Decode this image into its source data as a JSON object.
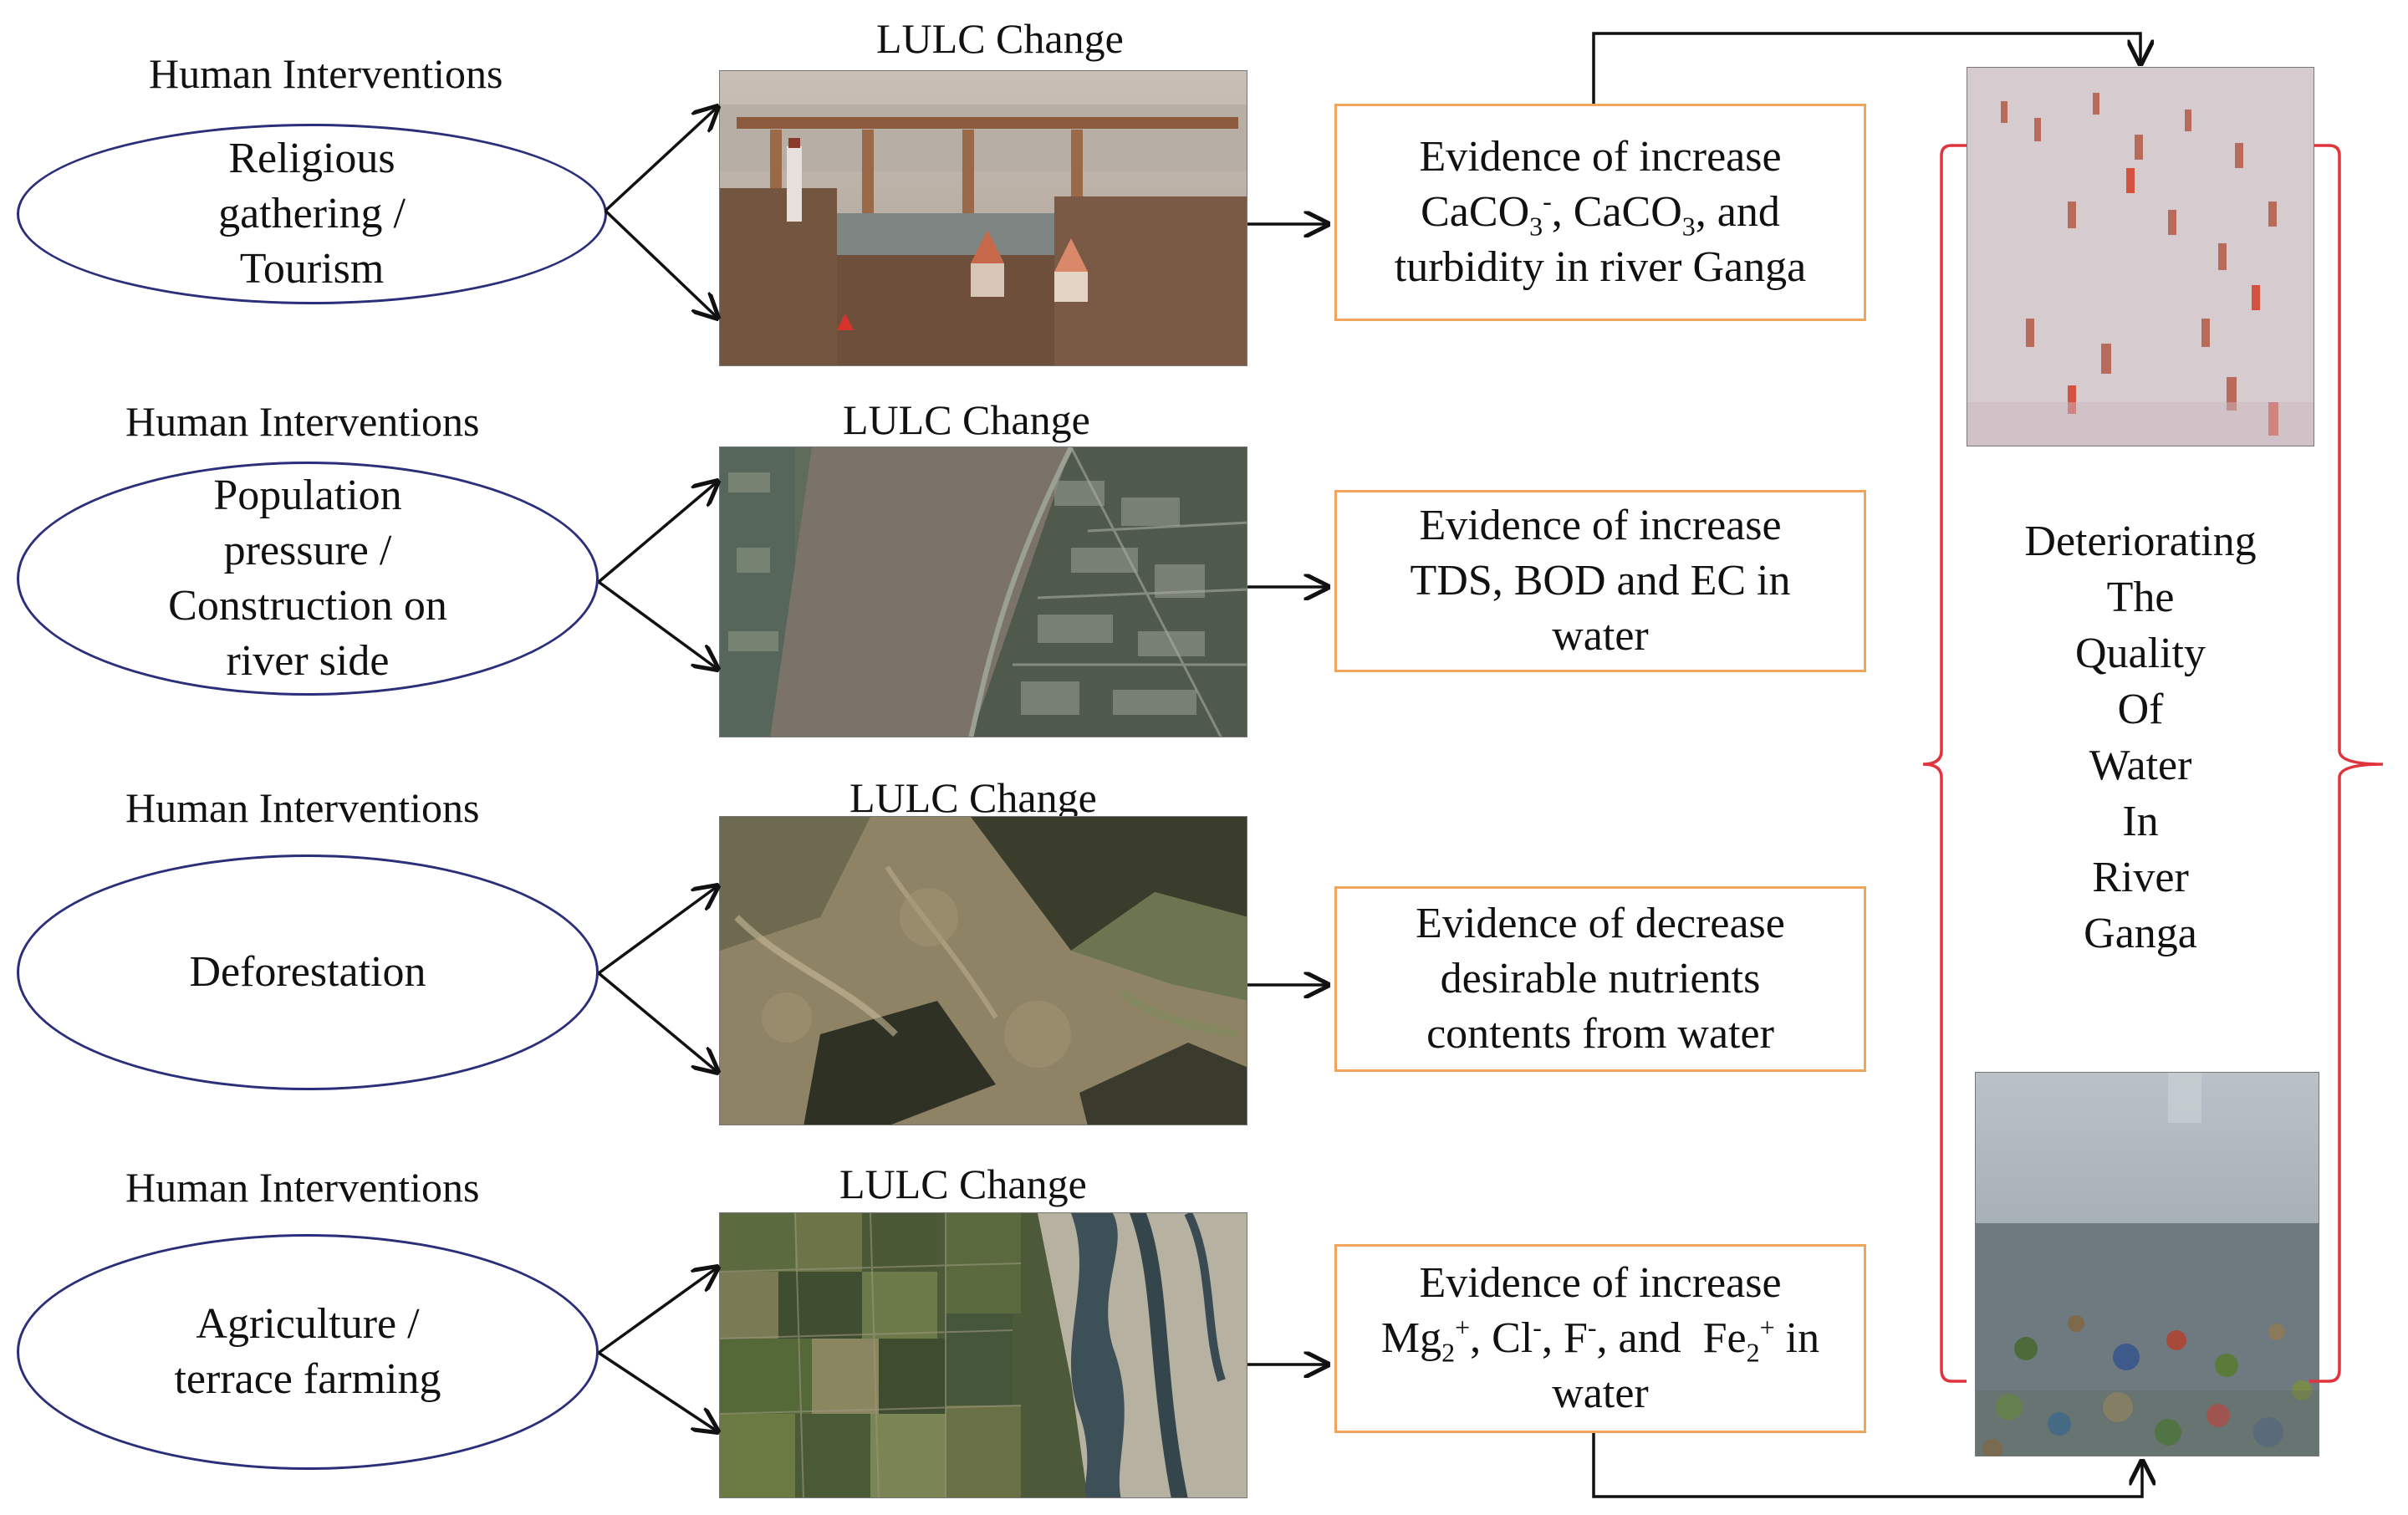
{
  "rows": [
    {
      "heading": "Human Interventions",
      "ellipse_lines": [
        "Religious",
        "gathering /",
        "Tourism"
      ],
      "lulc_title": "LULC Change",
      "image_icon": "crowded-ghat-photo",
      "evidence_html": "Evidence of increase<br>CaCO<sub>3</sub><sup>-</sup>, CaCO<sub>3</sub>, and<br>turbidity in river Ganga"
    },
    {
      "heading": "Human Interventions",
      "ellipse_lines": [
        "Population",
        "pressure /",
        "Construction on",
        "river side"
      ],
      "lulc_title": "LULC Change",
      "image_icon": "riverside-settlement-satellite",
      "evidence_html": "Evidence of increase<br>TDS, BOD and EC in<br>water"
    },
    {
      "heading": "Human Interventions",
      "ellipse_lines": [
        "Deforestation"
      ],
      "lulc_title": "LULC Change",
      "image_icon": "deforested-hills-satellite",
      "evidence_html": "Evidence of decrease<br>desirable nutrients<br>contents from water"
    },
    {
      "heading": "Human Interventions",
      "ellipse_lines": [
        "Agriculture /",
        "terrace farming"
      ],
      "lulc_title": "LULC Change",
      "image_icon": "farmland-river-satellite",
      "evidence_html": "Evidence of increase<br>Mg<sub>2</sub><sup>+</sup>, Cl<sup>-</sup>, F<sup>-</sup>, and&nbsp; Fe<sub>2</sub><sup>+</sup> in<br>water"
    }
  ],
  "outcome": {
    "lines": [
      "Deteriorating",
      "The",
      "Quality",
      "Of",
      "Water",
      "In",
      "River",
      "Ganga"
    ],
    "top_image_icon": "river-bathers-photo",
    "bottom_image_icon": "polluted-river-photo"
  },
  "colors": {
    "ellipse_border": "#2b2f7a",
    "evidence_border": "#f2a35c",
    "brace": "#e0343c",
    "arrow": "#111111"
  }
}
